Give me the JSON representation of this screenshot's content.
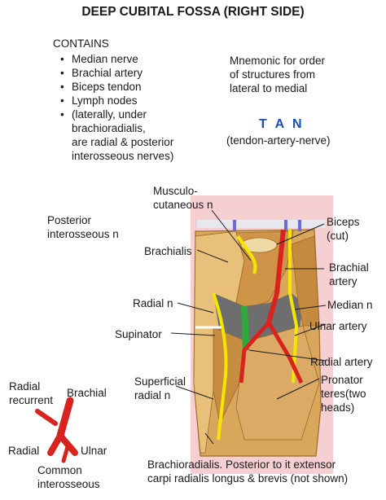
{
  "title": "DEEP CUBITAL FOSSA (RIGHT SIDE)",
  "contains": {
    "heading": "CONTAINS",
    "items": [
      "Median nerve",
      "Brachial artery",
      "Biceps tendon",
      "Lymph nodes",
      "(laterally, under",
      "brachioradialis,",
      "are radial & posterior",
      "interosseous nerves)"
    ]
  },
  "mnemonic": {
    "lines": [
      "Mnemonic for order",
      "of structures from",
      "lateral to medial"
    ],
    "acronym": "T A N",
    "expansion": "(tendon-artery-nerve)",
    "acronym_color": "#1e4fb3"
  },
  "labels": {
    "musculocutaneous_1": "Musculo-",
    "musculocutaneous_2": "cutaneous  n",
    "posterior_interosseous_1": "Posterior",
    "posterior_interosseous_2": "interosseous n",
    "brachialis": "Brachialis",
    "radial_n": "Radial n",
    "supinator": "Supinator",
    "superficial_radial_1": "Superficial",
    "superficial_radial_2": "radial n",
    "biceps_1": "Biceps",
    "biceps_2": "(cut)",
    "brachial_artery_1": "Brachial",
    "brachial_artery_2": "artery",
    "median_n": "Median n",
    "ulnar_artery": "Ulnar artery",
    "radial_artery": "Radial artery",
    "pronator_1": "Pronator",
    "pronator_2": "teres(two",
    "pronator_3": "heads)",
    "brachioradialis_1": "Brachioradialis. Posterior to it extensor",
    "brachioradialis_2": "carpi radialis longus & brevis (not shown)"
  },
  "inset": {
    "radial_recurrent_1": "Radial",
    "radial_recurrent_2": "recurrent",
    "brachial": "Brachial",
    "radial": "Radial",
    "ulnar": "Ulnar",
    "common_1": "Common",
    "common_2": "interosseous"
  },
  "colors": {
    "skin": "#f6cfd3",
    "muscle": "#d9a75c",
    "muscle_dark": "#b5792e",
    "artery": "#d8231f",
    "nerve": "#f4e600",
    "tendon": "#2faa3a",
    "deep": "#6e6e6e"
  }
}
